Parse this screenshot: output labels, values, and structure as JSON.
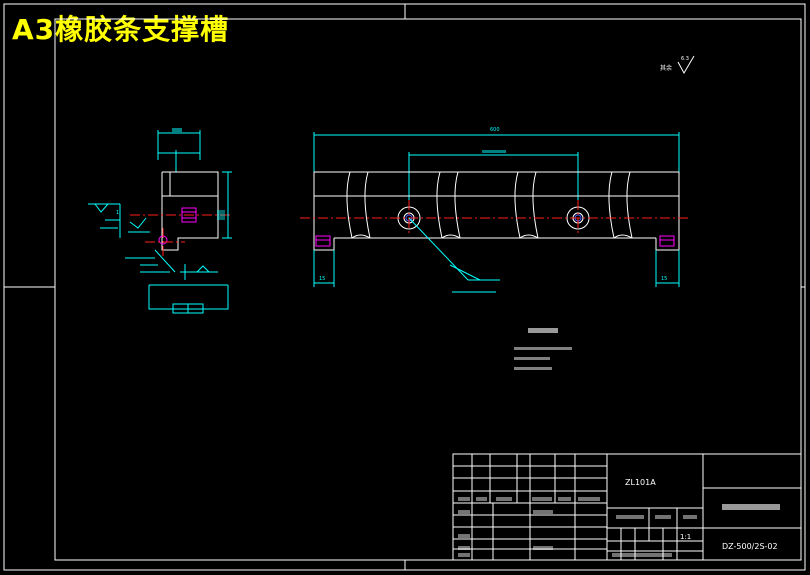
{
  "drawing": {
    "title": "A3橡胶条支撑槽"
  },
  "dimensions": {
    "overall_length": "600",
    "hole_spacing": "",
    "end_width_left": "15",
    "end_width_right": "15"
  },
  "title_block": {
    "material": "ZL101A",
    "part_number": "DZ-500/2S-02",
    "scale": "1:1"
  }
}
